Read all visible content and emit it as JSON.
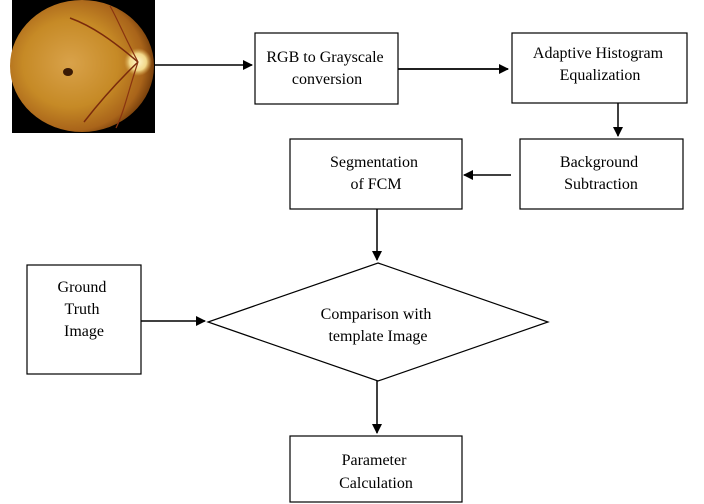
{
  "diagram": {
    "input_image": {
      "description_icon": "retinal-fundus-image"
    },
    "nodes": {
      "rgb_to_gray": {
        "lines": [
          "RGB to Grayscale",
          "conversion"
        ]
      },
      "adaptive_hist": {
        "lines": [
          "Adaptive Histogram",
          "Equalization"
        ]
      },
      "background_sub": {
        "lines": [
          "Background",
          "Subtraction"
        ]
      },
      "segmentation": {
        "lines": [
          "Segmentation",
          "of FCM"
        ]
      },
      "ground_truth": {
        "lines": [
          "Ground",
          "Truth",
          "Image"
        ]
      },
      "comparison": {
        "lines": [
          "Comparison with",
          "template Image"
        ]
      },
      "parameter": {
        "lines": [
          "Parameter",
          "Calculation"
        ]
      }
    }
  }
}
